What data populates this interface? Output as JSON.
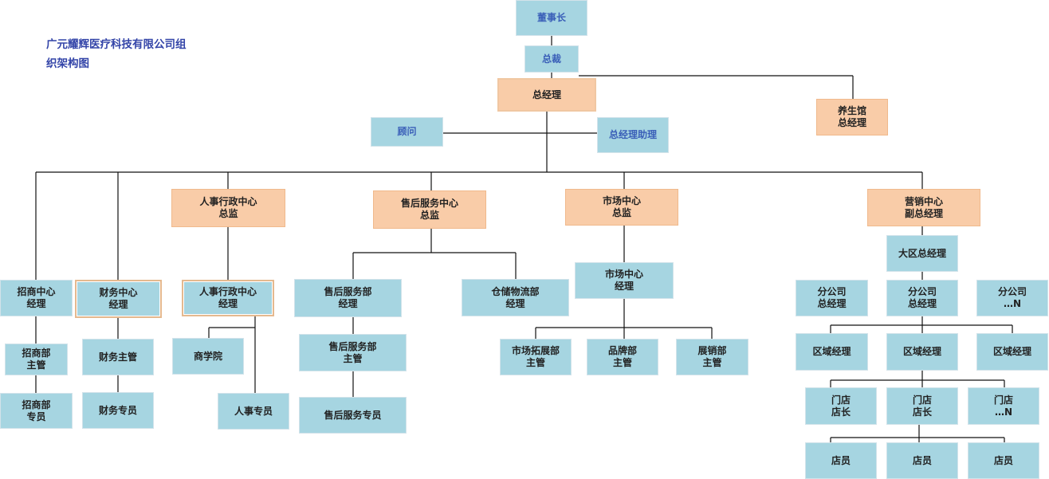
{
  "title": "广元耀辉医疗科技有限公司组织架构图",
  "nodes": {
    "chairman": "董事长",
    "president": "总裁",
    "general_manager": "总经理",
    "health_hall": "养生馆\n总经理",
    "advisor": "顾问",
    "gm_assistant": "总经理助理",
    "hr_admin_director": "人事行政中心\n总监",
    "after_sales_director": "售后服务中心\n总监",
    "market_director": "市场中心\n总监",
    "marketing_vp": "营销中心\n副总经理",
    "investment_manager": "招商中心\n经理",
    "finance_manager": "财务中心\n经理",
    "hr_admin_manager": "人事行政中心\n经理",
    "after_sales_manager": "售后服务部\n经理",
    "warehouse_manager": "仓储物流部\n经理",
    "market_manager": "市场中心\n经理",
    "region_gm": "大区总经理",
    "branch_gm_1": "分公司\n总经理",
    "branch_gm_2": "分公司\n总经理",
    "branch_n": "分公司\n…N",
    "investment_supervisor": "招商部\n主管",
    "finance_supervisor": "财务主管",
    "business_school": "商学院",
    "after_sales_supervisor": "售后服务部\n主管",
    "market_expansion_supervisor": "市场拓展部\n主管",
    "brand_supervisor": "品牌部\n主管",
    "exhibition_supervisor": "展销部\n主管",
    "area_manager_1": "区域经理",
    "area_manager_2": "区域经理",
    "area_manager_3": "区域经理",
    "investment_staff": "招商部\n专员",
    "finance_staff": "财务专员",
    "hr_staff": "人事专员",
    "after_sales_staff": "售后服务专员",
    "store_manager_1": "门店\n店长",
    "store_manager_2": "门店\n店长",
    "store_n": "门店\n…N",
    "clerk_1": "店员",
    "clerk_2": "店员",
    "clerk_3": "店员"
  }
}
